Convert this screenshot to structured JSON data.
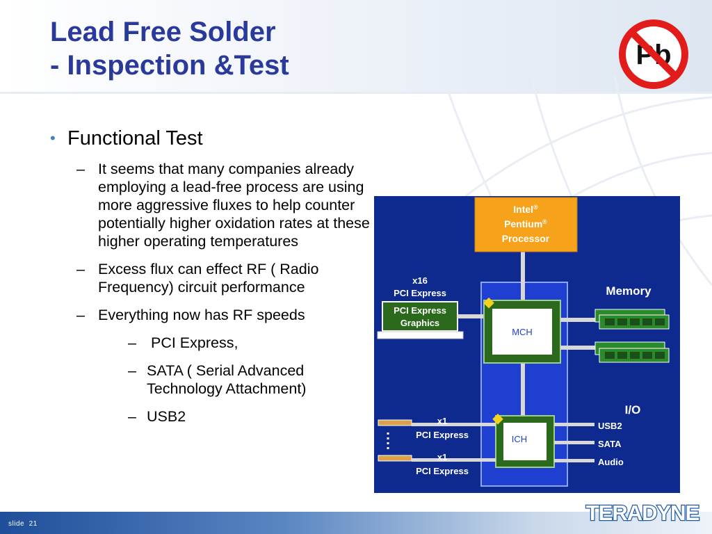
{
  "title": {
    "line1": "Lead Free Solder",
    "line2": "- Inspection &Test"
  },
  "pb_symbol": {
    "text": "Pb",
    "ring_color": "#e21b1b"
  },
  "bullets": {
    "main": "Functional Test",
    "sub1": "It seems that many companies already employing a lead-free process are using more aggressive fluxes to help counter potentially higher oxidation rates at these higher operating temperatures",
    "sub2": "Excess flux can effect RF ( Radio Frequency) circuit performance",
    "sub3": "Everything now has RF speeds",
    "sub3_items": [
      " PCI Express,",
      "SATA ( Serial Advanced Technology Attachment)",
      "USB2"
    ]
  },
  "diagram": {
    "cpu_line1": "Intel",
    "cpu_line2": "Pentium",
    "cpu_line3": "Processor",
    "registered": "®",
    "x16": "x16",
    "pci_express": "PCI Express",
    "graphics_line1": "PCI Express",
    "graphics_line2": "Graphics",
    "memory": "Memory",
    "mch": "MCH",
    "io": "I/O",
    "ich": "ICH",
    "x1": "x1",
    "usb2": "USB2",
    "sata": "SATA",
    "audio": "Audio",
    "colors": {
      "background": "#0f2a8e",
      "cpu": "#f7a21b",
      "chip": "#2b6a1d",
      "bus": "#d8d8d8"
    }
  },
  "footer": {
    "slide_label": "slide",
    "slide_number": "21",
    "logo_text": "TERADYNE"
  }
}
